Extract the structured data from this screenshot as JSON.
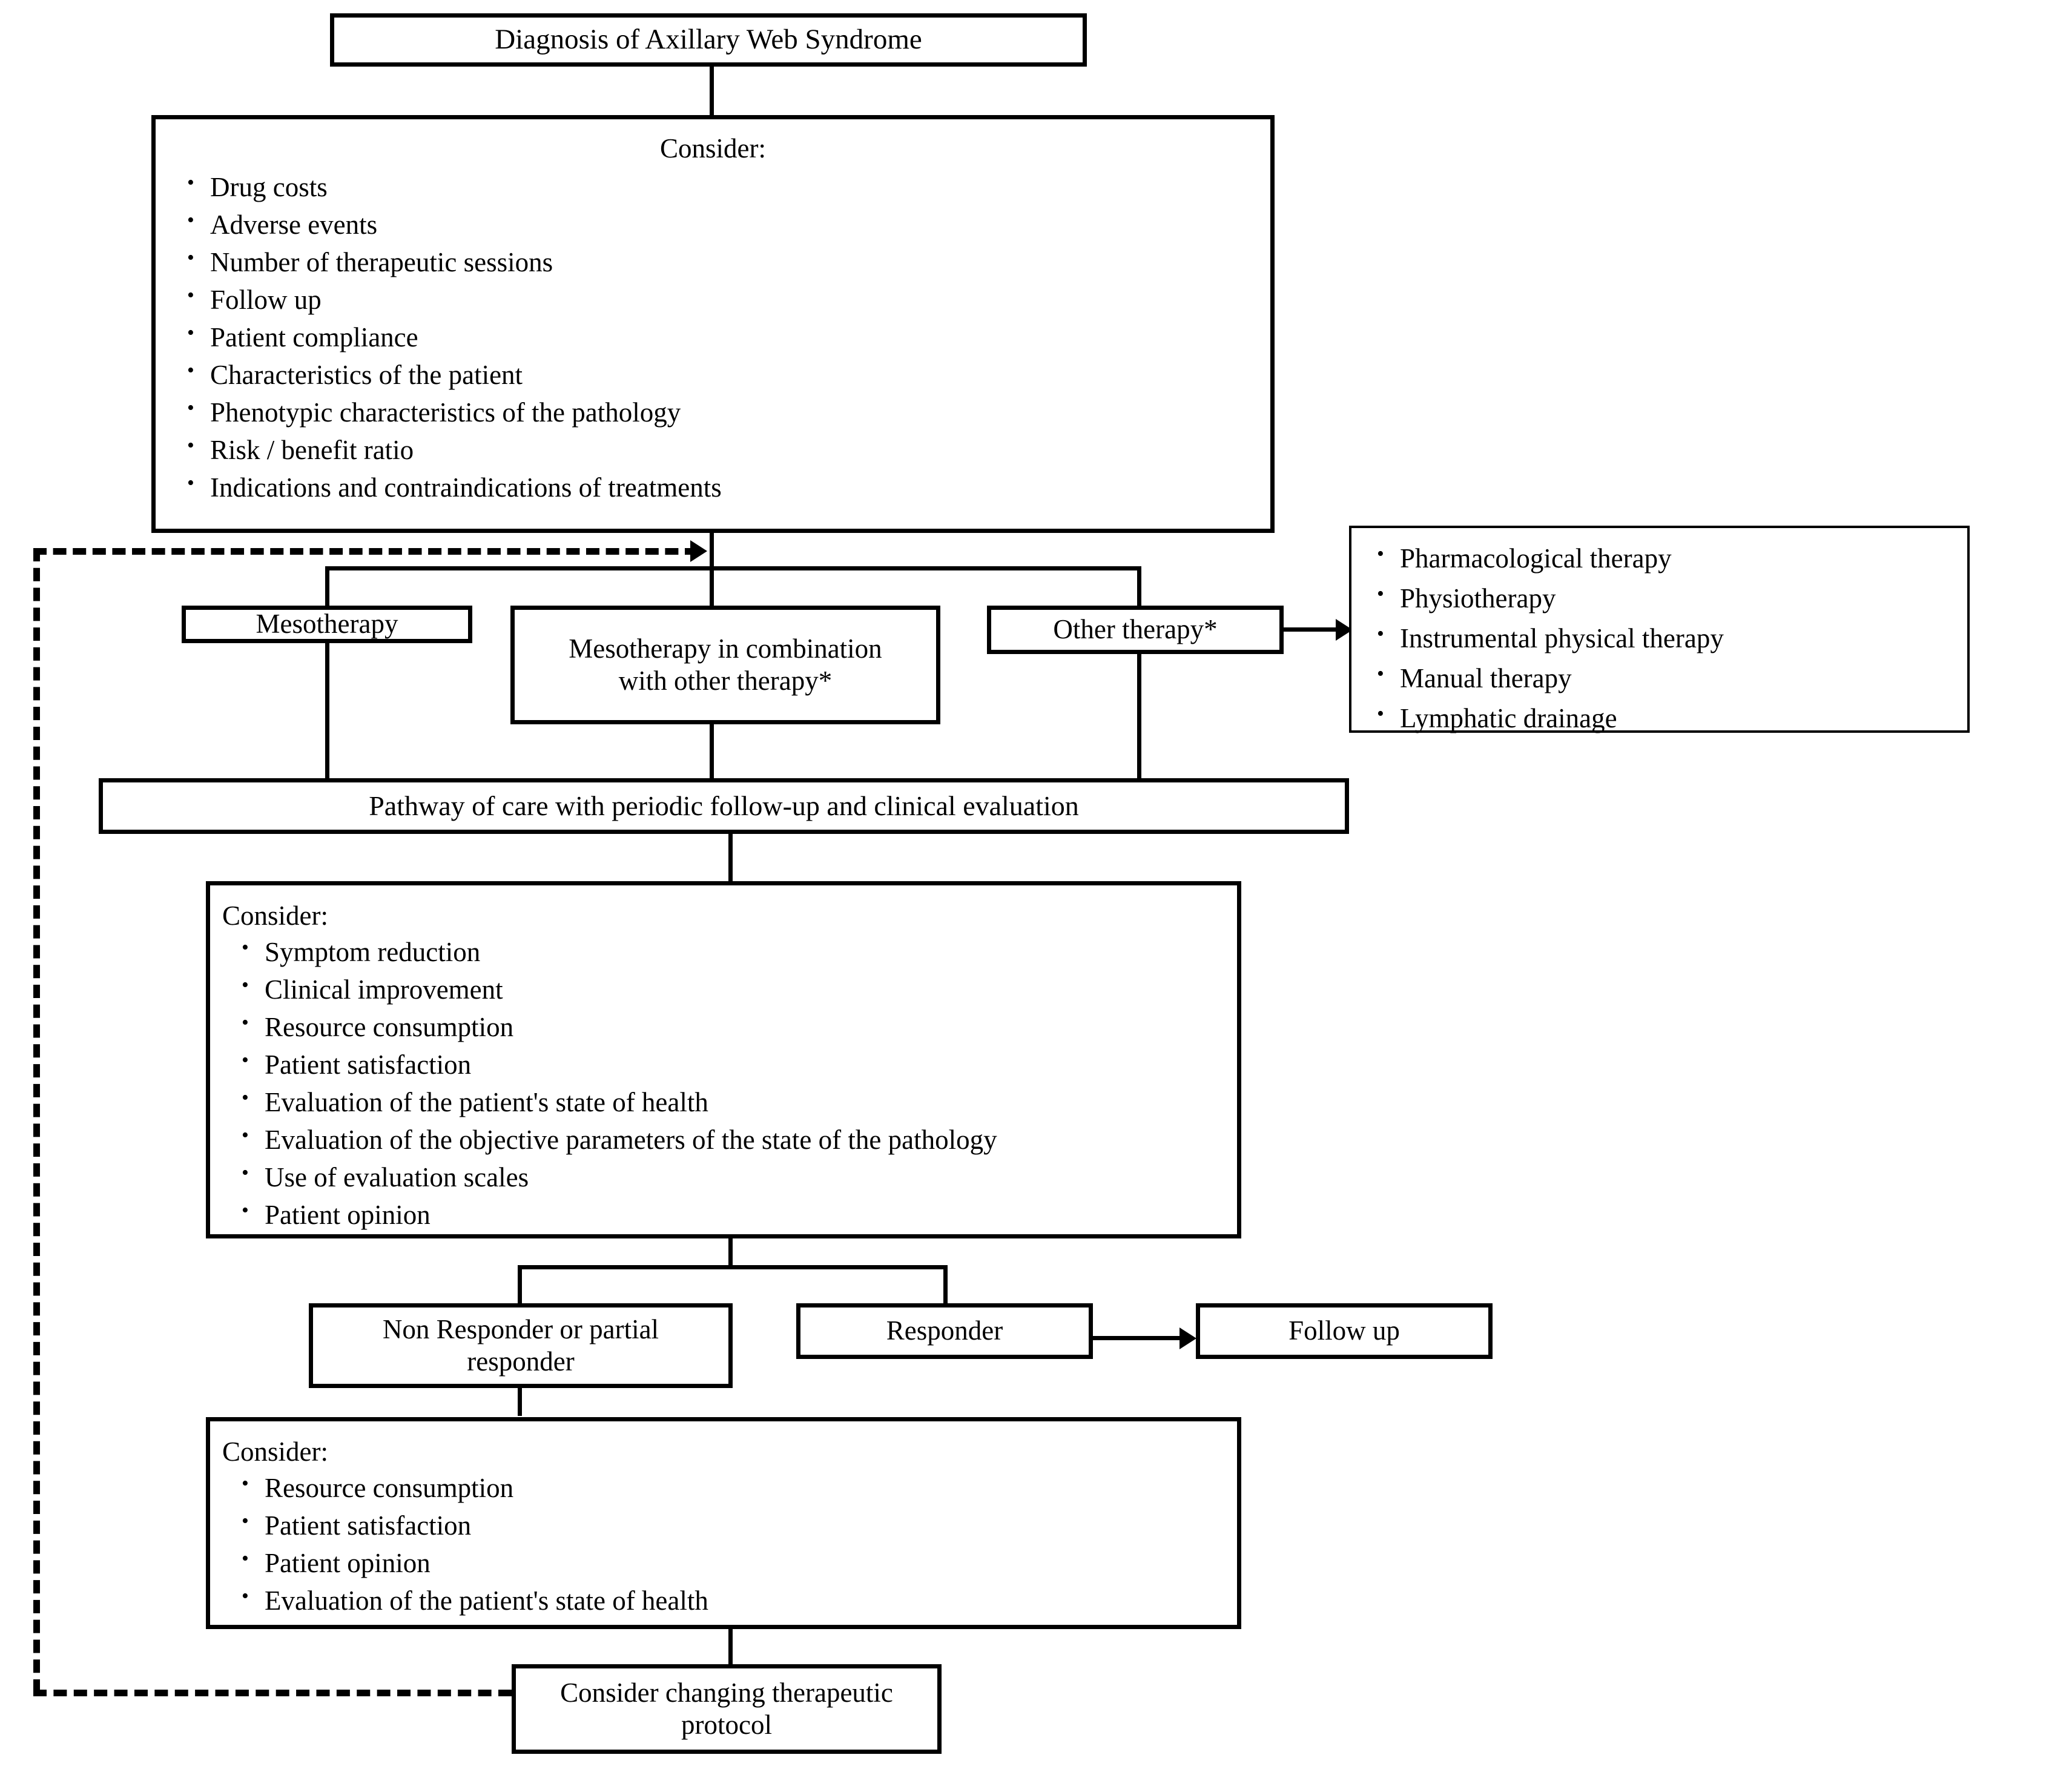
{
  "diagram": {
    "title": "Diagnosis of Axillary Web Syndrome",
    "footnote_marker": "*"
  },
  "nodes": {
    "diagnosis": {
      "label": "Diagnosis of Axillary Web Syndrome"
    },
    "consider_initial": {
      "title": "Consider:",
      "items": [
        "Drug costs",
        "Adverse events",
        "Number of therapeutic sessions",
        "Follow up",
        "Patient compliance",
        "Characteristics of the patient",
        "Phenotypic characteristics of the pathology",
        "Risk / benefit ratio",
        "Indications and contraindications of treatments"
      ]
    },
    "mesotherapy": {
      "label": "Mesotherapy"
    },
    "mesotherapy_combination": {
      "label": "Mesotherapy in combination with other therapy*"
    },
    "other_therapy": {
      "label": "Other therapy*"
    },
    "other_therapy_options": {
      "items": [
        "Pharmacological therapy",
        "Physiotherapy",
        "Instrumental physical therapy",
        "Manual therapy",
        "Lymphatic drainage"
      ]
    },
    "pathway_of_care": {
      "label": "Pathway of care with periodic follow-up and clinical evaluation"
    },
    "consider_outcome": {
      "title": "Consider:",
      "items": [
        "Symptom reduction",
        "Clinical improvement",
        "Resource consumption",
        "Patient satisfaction",
        "Evaluation of the patient's state of health",
        "Evaluation of the objective parameters of the state of the pathology",
        "Use of evaluation scales",
        "Patient opinion"
      ]
    },
    "non_responder": {
      "label": "Non Responder or partial responder"
    },
    "responder": {
      "label": "Responder"
    },
    "follow_up": {
      "label": "Follow up"
    },
    "consider_reassess": {
      "title": "Consider:",
      "items": [
        "Resource consumption",
        "Patient satisfaction",
        "Patient opinion",
        "Evaluation of the patient's state of health"
      ]
    },
    "consider_changing_protocol": {
      "label": "Consider changing therapeutic protocol"
    }
  },
  "colors": {
    "line": "#000000",
    "box_fill": "#ffffff",
    "text": "#000000"
  }
}
